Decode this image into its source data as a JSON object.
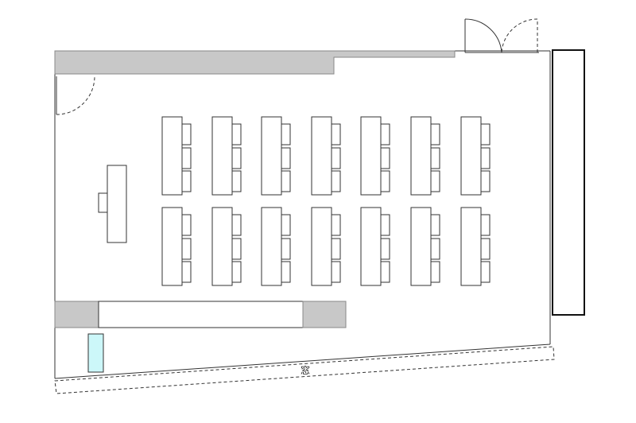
{
  "plan": {
    "window_label": "窓",
    "colors": {
      "wall": "#333333",
      "shelf_gray": "#c8c8c8",
      "cabinet_cyan": "#ccf7f9"
    },
    "layout": {
      "desk_rows": 2,
      "desk_columns": 7,
      "chairs_per_desk": 3
    }
  }
}
